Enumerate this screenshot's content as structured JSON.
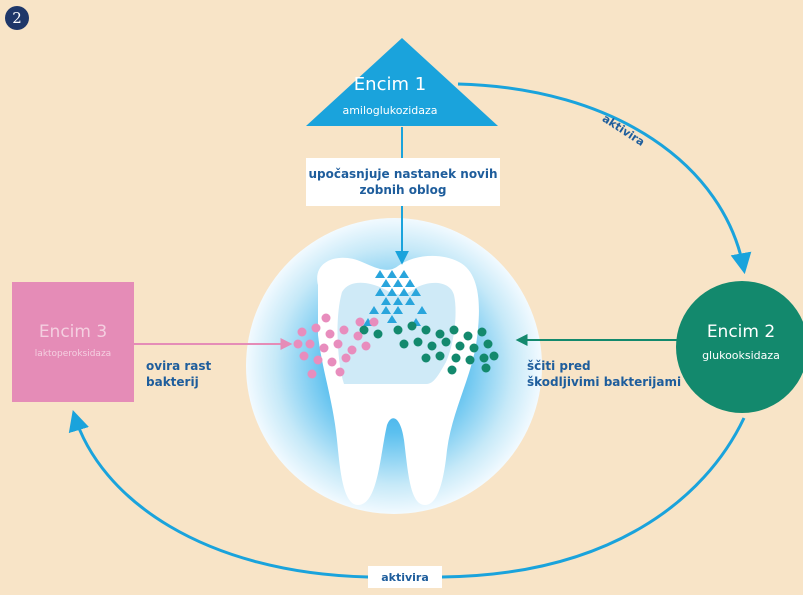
{
  "figure_number": "2",
  "enzymes": {
    "enzyme1": {
      "title": "Encim 1",
      "subtitle": "amiloglukozidaza",
      "effect_line1": "upočasnjuje nastanek novih",
      "effect_line2": "zobnih oblog"
    },
    "enzyme2": {
      "title": "Encim 2",
      "subtitle": "glukooksidaza",
      "effect_line1": "ščiti pred",
      "effect_line2": "škodljivimi bakterijami"
    },
    "enzyme3": {
      "title": "Encim 3",
      "subtitle": "laktoperoksidaza",
      "effect_line1": "ovira rast",
      "effect_line2": "bakterij"
    }
  },
  "cycle_labels": {
    "top": "aktivira",
    "bottom": "aktivira"
  },
  "colors": {
    "background": "#f8e4c7",
    "enzyme1": "#1aa3dc",
    "enzyme2": "#13896d",
    "enzyme3": "#e58cb7",
    "text": "#1e5d9c",
    "particle_blue": "#29a5dc",
    "particle_green": "#13896d",
    "particle_pink": "#e88dbd"
  }
}
